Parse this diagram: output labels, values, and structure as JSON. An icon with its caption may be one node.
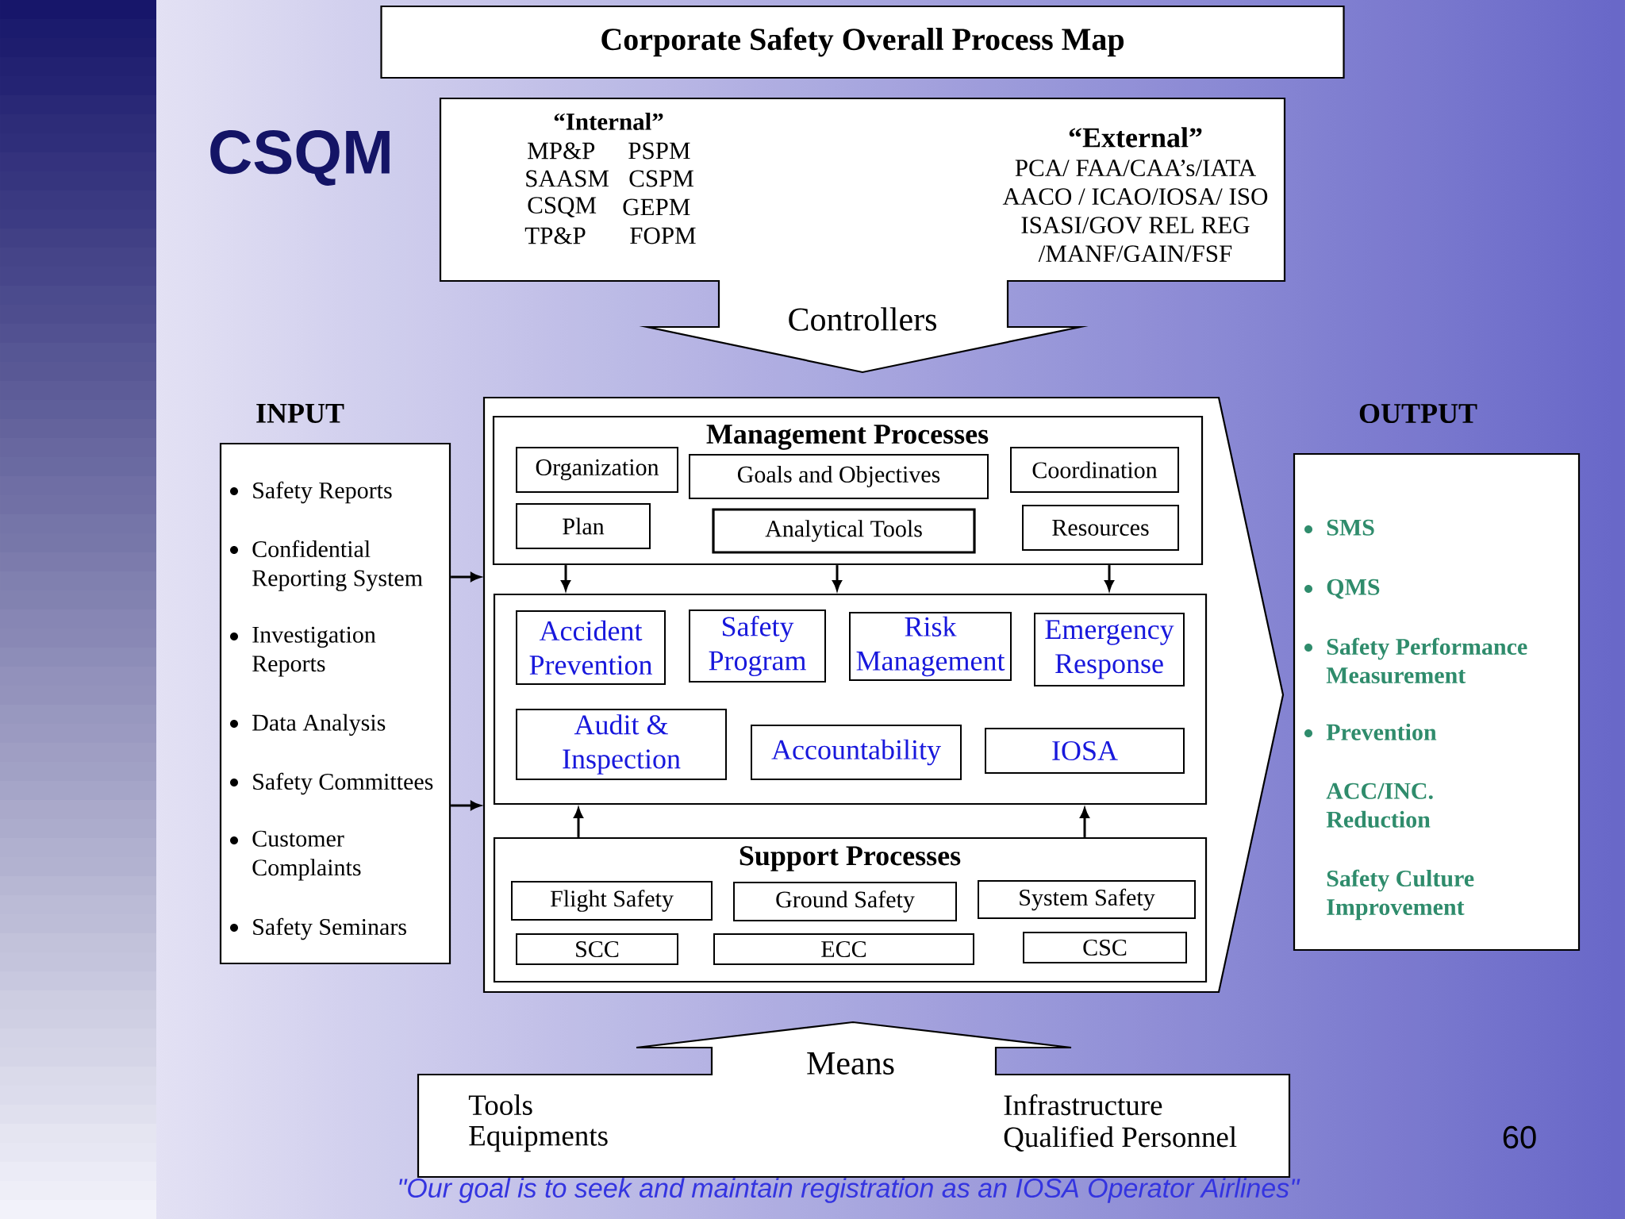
{
  "diagram": {
    "title": "Corporate Safety Overall Process Map",
    "nodes": [
      {
        "text": [
          "“Internal”",
          "MP&P",
          "PSPM",
          "SAASM",
          "CSPM",
          "CSQM",
          "GEPM",
          "TP&P",
          "FOPM",
          "“External”",
          "PCA/ FAA/CAA’s/IATA AACO / ICAO/IOSA/ ISO ISASI/GOV REL REG /MANF/GAIN/FSF",
          "Controllers"
        ]
      },
      {
        "text": [
          "INPUT",
          "Safety Reports",
          "Confidential Reporting System",
          "Investigation Reports",
          "Data Analysis",
          "Safety Committees",
          "Customer Complaints",
          "Safety Seminars"
        ]
      },
      {
        "text": [],
        "shape": "pentagon"
      },
      {
        "text": [
          "Management Processes"
        ],
        "in": 2
      },
      {
        "text": [
          "Organization"
        ],
        "in": 3
      },
      {
        "text": [
          "Goals and Objectives"
        ],
        "in": 3
      },
      {
        "text": [
          "Coordination"
        ],
        "in": 3
      },
      {
        "text": [
          "Plan"
        ],
        "in": 3
      },
      {
        "text": [
          "Analytical Tools"
        ],
        "in": 3
      },
      {
        "text": [
          "Resources"
        ],
        "in": 3
      },
      {
        "text": [],
        "shape": "box",
        "in": 2
      },
      {
        "text": [
          "Accident Prevention"
        ],
        "in": 10
      },
      {
        "text": [
          "Safety Program"
        ],
        "in": 10
      },
      {
        "text": [
          "Risk Management"
        ],
        "in": 10
      },
      {
        "text": [
          "Emergency Response"
        ],
        "in": 10
      },
      {
        "text": [
          "Audit & Inspection"
        ],
        "in": 10
      },
      {
        "text": [
          "Accountability"
        ],
        "in": 10
      },
      {
        "text": [
          "IOSA"
        ],
        "in": 10
      },
      {
        "text": [
          "Support Processes"
        ],
        "in": 2
      },
      {
        "text": [
          "Flight Safety"
        ],
        "in": 18
      },
      {
        "text": [
          "Ground Safety"
        ],
        "in": 18
      },
      {
        "text": [
          "System Safety"
        ],
        "in": 18
      },
      {
        "text": [
          "SCC"
        ],
        "in": 18
      },
      {
        "text": [
          "ECC"
        ],
        "in": 18
      },
      {
        "text": [
          "CSC"
        ],
        "in": 18
      },
      {
        "text": [
          "OUTPUT",
          "SMS",
          "QMS",
          "Safety Performance Measurement",
          "Prevention",
          "ACC/INC. Reduction",
          "Safety Culture Improvement"
        ]
      },
      {
        "text": [
          "Means",
          "Tools",
          "Equipments",
          "Infrastructure",
          "Qualified Personnel"
        ]
      }
    ],
    "edges": [
      {
        "from": 1,
        "to": 2,
        "arrow": "to"
      },
      {
        "from": 1,
        "to": 2,
        "arrow": "to"
      },
      {
        "from": 3,
        "to": 10,
        "arrow": "to"
      },
      {
        "from": 3,
        "to": 10,
        "arrow": "to"
      },
      {
        "from": 3,
        "to": 10,
        "arrow": "to"
      },
      {
        "from": 18,
        "to": 10,
        "arrow": "to"
      },
      {
        "from": 18,
        "to": 10,
        "arrow": "to"
      }
    ],
    "labels": [
      "CSQM",
      "60",
      "\"Our goal is to seek and maintain registration as an IOSA Operator Airlines\""
    ]
  }
}
